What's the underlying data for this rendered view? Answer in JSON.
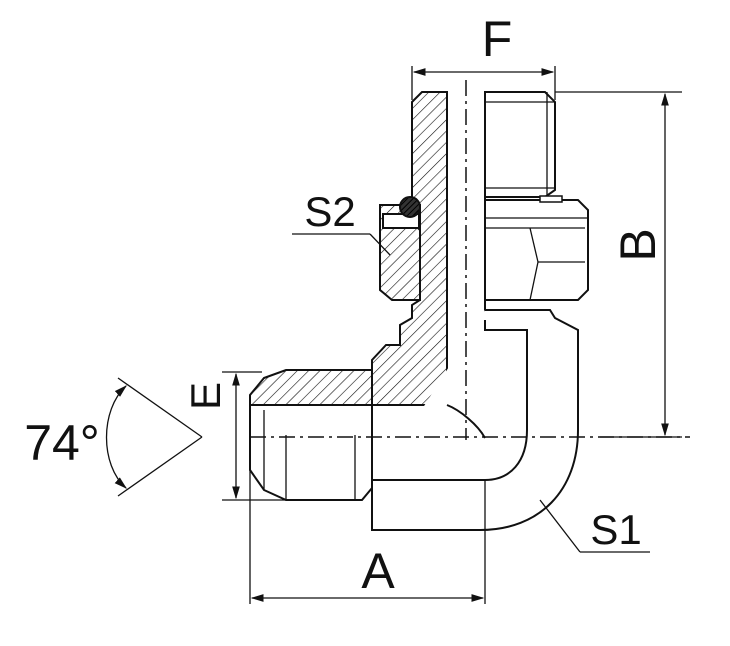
{
  "drawing": {
    "labels": {
      "F": "F",
      "B": "B",
      "E": "E",
      "A": "A",
      "S1": "S1",
      "S2": "S2",
      "angle": "74°"
    }
  }
}
